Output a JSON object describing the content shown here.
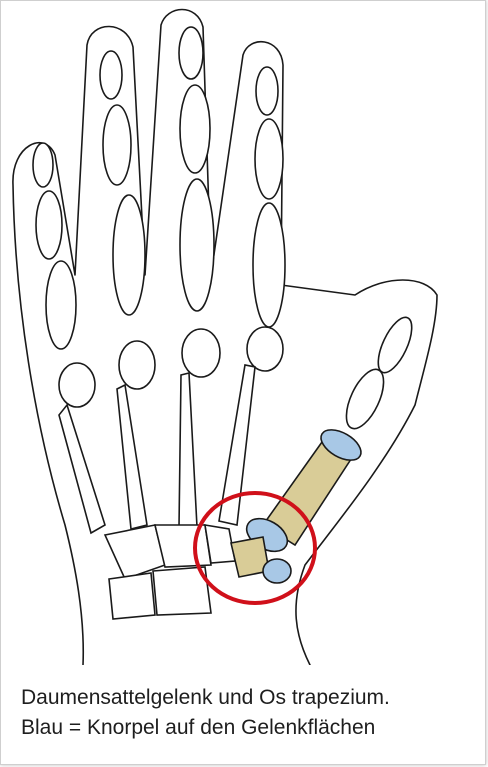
{
  "figure": {
    "caption_line1": "Daumensattelgelenk und Os trapezium.",
    "caption_line2": "Blau = Knorpel auf den Gelenkflächen"
  },
  "colors": {
    "outline": "#1a1a1a",
    "bone_fill": "#ffffff",
    "highlight_bone": "#d9cc97",
    "cartilage": "#a8c8e6",
    "circle": "#d0101a"
  },
  "icons": [
    "hand-skeleton-illustration",
    "highlight-circle"
  ]
}
